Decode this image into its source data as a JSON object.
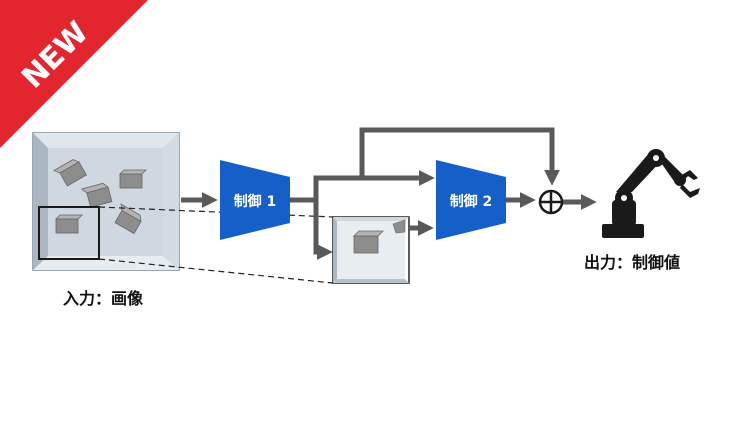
{
  "badge": {
    "text": "NEW",
    "color": "#e3262e"
  },
  "input": {
    "label": "入力：画像"
  },
  "controller1": {
    "label": "制御 1",
    "color": "#1560c8"
  },
  "controller2": {
    "label": "制御 2",
    "color": "#1560c8"
  },
  "output": {
    "label": "出力：制御値"
  },
  "sum": {
    "symbol": "⊕"
  },
  "colors": {
    "arrow": "#595959",
    "robot": "#1a1a1a",
    "tray": "#c9d3dc",
    "box": "#9a9a9a"
  },
  "icons": {
    "robot": "robot-arm-icon",
    "sum": "sum-junction-icon"
  }
}
